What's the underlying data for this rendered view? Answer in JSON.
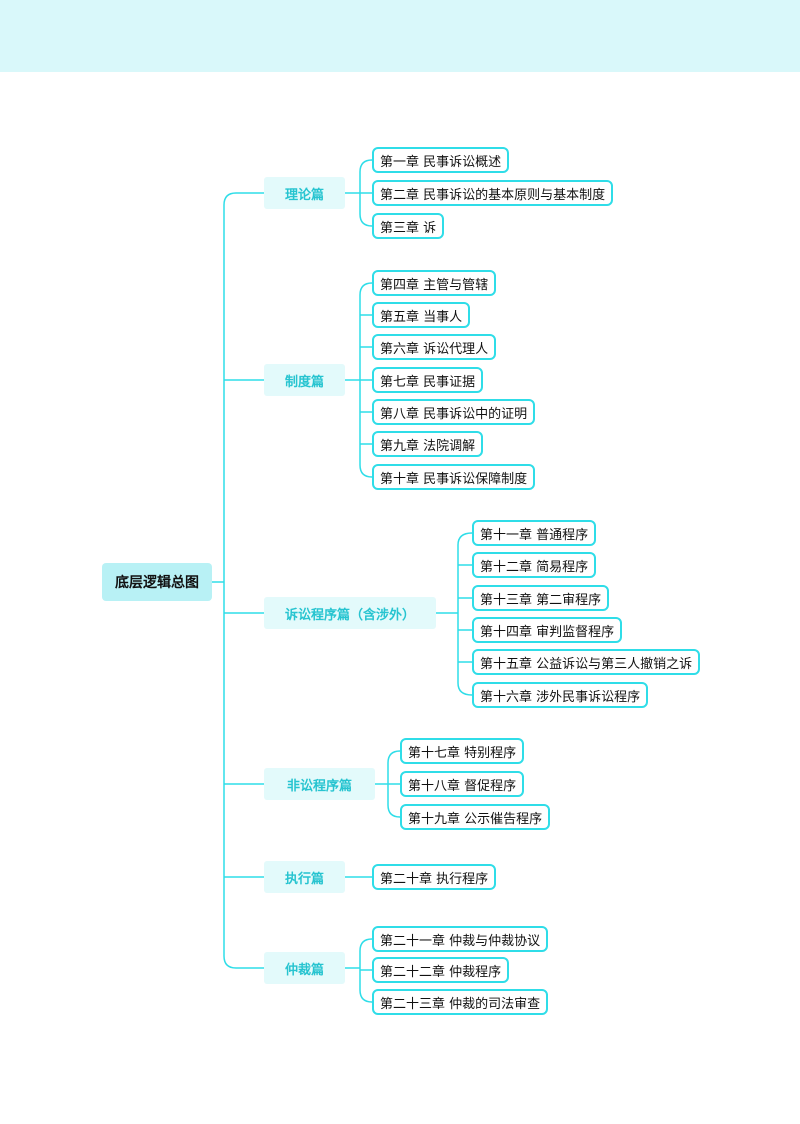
{
  "root": "底层逻辑总图",
  "sections": [
    {
      "label": "理论篇",
      "chapters": [
        "第一章 民事诉讼概述",
        "第二章 民事诉讼的基本原则与基本制度",
        "第三章 诉"
      ]
    },
    {
      "label": "制度篇",
      "chapters": [
        "第四章 主管与管辖",
        "第五章 当事人",
        "第六章 诉讼代理人",
        "第七章 民事证据",
        "第八章 民事诉讼中的证明",
        "第九章 法院调解",
        "第十章 民事诉讼保障制度"
      ]
    },
    {
      "label": "诉讼程序篇（含涉外）",
      "chapters": [
        "第十一章 普通程序",
        "第十二章 简易程序",
        "第十三章 第二审程序",
        "第十四章 审判监督程序",
        "第十五章 公益诉讼与第三人撤销之诉",
        "第十六章 涉外民事诉讼程序"
      ]
    },
    {
      "label": "非讼程序篇",
      "chapters": [
        "第十七章 特别程序",
        "第十八章 督促程序",
        "第十九章 公示催告程序"
      ]
    },
    {
      "label": "执行篇",
      "chapters": [
        "第二十章 执行程序"
      ]
    },
    {
      "label": "仲裁篇",
      "chapters": [
        "第二十一章 仲裁与仲裁协议",
        "第二十二章 仲裁程序",
        "第二十三章 仲裁的司法审查"
      ]
    }
  ],
  "colors": {
    "line": "#2fdde8",
    "root_bg": "#b8f1f5",
    "section_bg": "#e3fafb",
    "section_text": "#27c4d0",
    "top_band": "#d9f8fa"
  }
}
